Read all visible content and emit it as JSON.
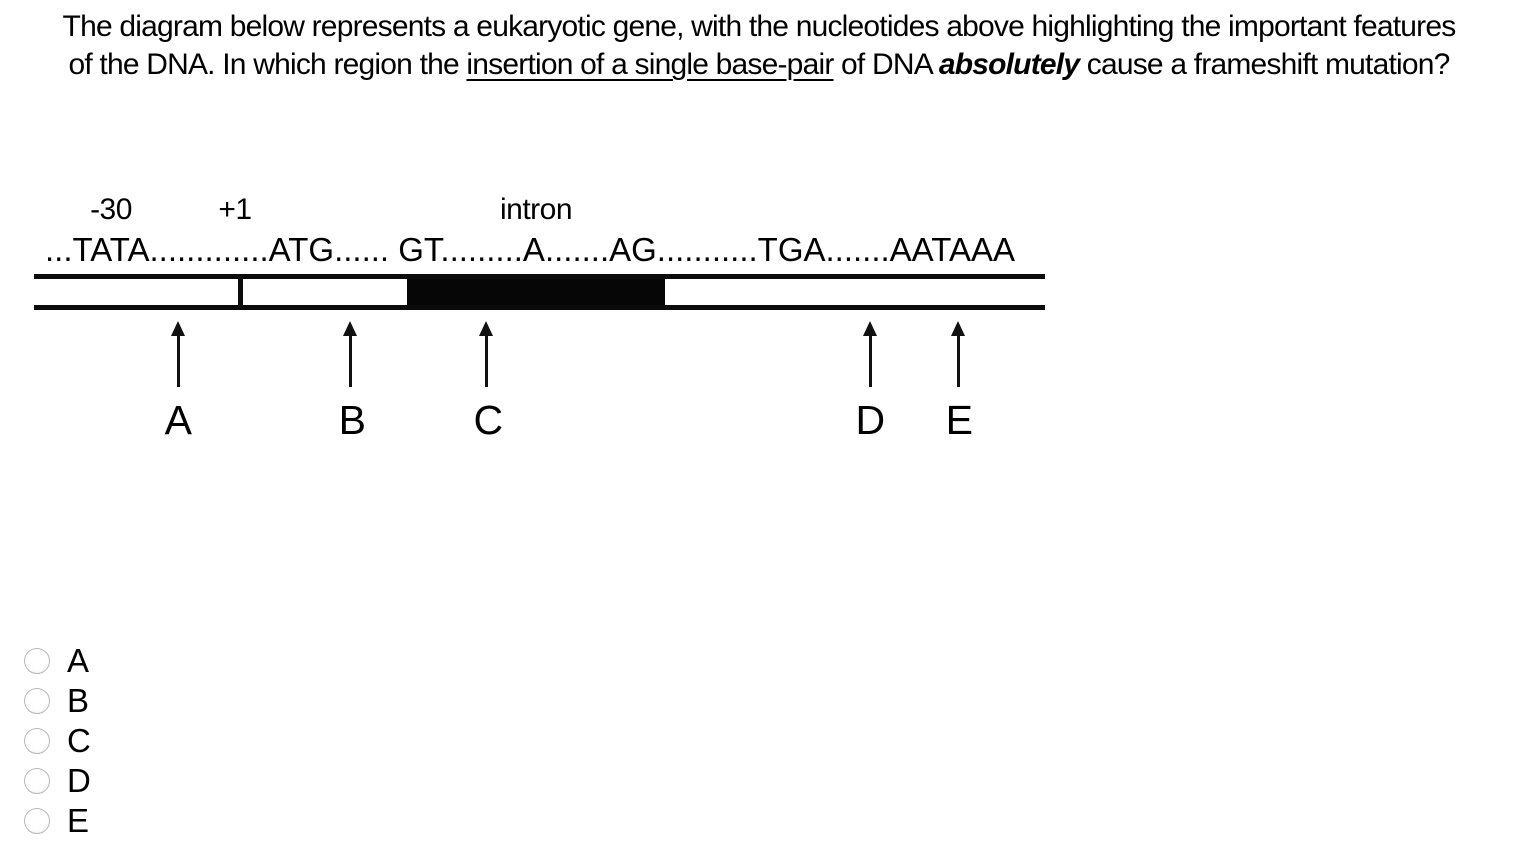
{
  "question": {
    "line1": "The diagram below represents a eukaryotic gene, with the nucleotides above highlighting the important features",
    "line2_pre": "of the DNA. In which region the ",
    "line2_underlined": "insertion of a single base-pair",
    "line2_mid": " of DNA ",
    "line2_emphasis": "absolutely",
    "line2_post": " cause a frameshift mutation?"
  },
  "diagram": {
    "region_labels": {
      "minus30": "-30",
      "plus1": "+1",
      "intron": "intron"
    },
    "sequence": "...TATA.............ATG...... GT.........A.......AG...........TGA.......AATAAA",
    "arrows": [
      {
        "label": "A"
      },
      {
        "label": "B"
      },
      {
        "label": "C"
      },
      {
        "label": "D"
      },
      {
        "label": "E"
      }
    ],
    "colors": {
      "line": "#0b0b0b",
      "intron_fill": "#060606",
      "background": "#ffffff"
    }
  },
  "options": {
    "items": [
      {
        "label": "A",
        "checked": false
      },
      {
        "label": "B",
        "checked": false
      },
      {
        "label": "C",
        "checked": false
      },
      {
        "label": "D",
        "checked": false
      },
      {
        "label": "E",
        "checked": false
      }
    ]
  }
}
